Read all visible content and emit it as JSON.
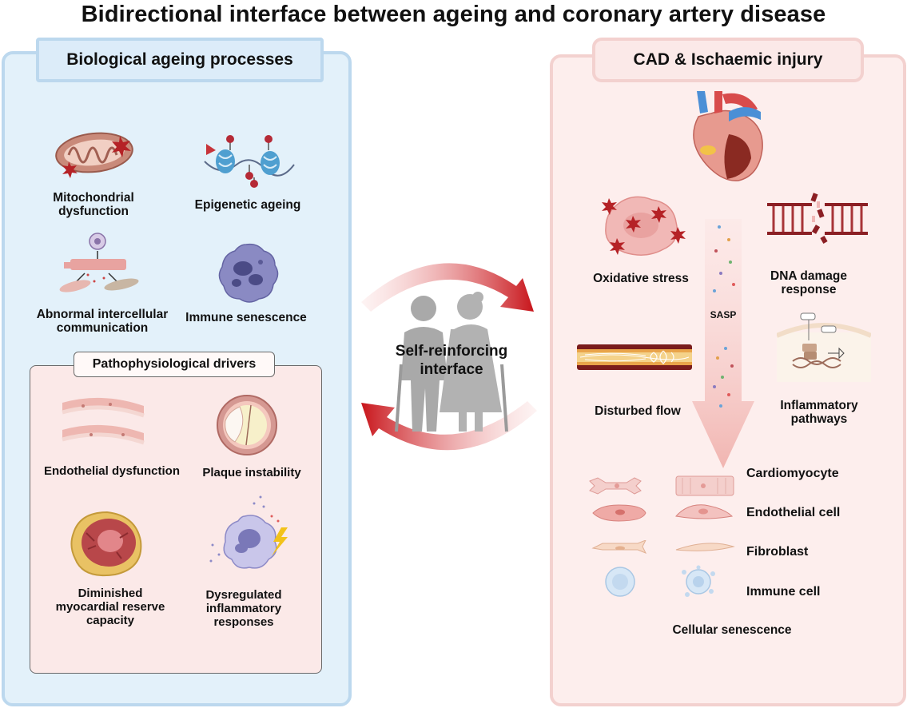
{
  "title": "Bidirectional interface between ageing and coronary artery disease",
  "left_panel": {
    "header": "Biological ageing processes",
    "items": {
      "mito": "Mitochondrial dysfunction",
      "epi": "Epigenetic ageing",
      "comm": "Abnormal intercellular communication",
      "immune": "Immune senescence"
    },
    "drivers": {
      "header": "Pathophysiological drivers",
      "endo": "Endothelial dysfunction",
      "plaque": "Plaque instability",
      "reserve": "Diminished myocardial reserve capacity",
      "inflam": "Dysregulated inflammatory responses"
    }
  },
  "center": {
    "label": "Self-reinforcing interface"
  },
  "right_panel": {
    "header": "CAD & Ischaemic injury",
    "items": {
      "oxidative": "Oxidative stress",
      "dna": "DNA damage response",
      "sasp": "SASP",
      "flow": "Disturbed flow",
      "inflam_path": "Inflammatory pathways"
    },
    "cells": [
      "Cardiomyocyte",
      "Endothelial cell",
      "Fibroblast",
      "Immune cell"
    ],
    "senescence": "Cellular senescence"
  },
  "colors": {
    "left_bg": "#e3f1fa",
    "right_bg": "#fdeeed",
    "arrow": "#c8151b"
  }
}
